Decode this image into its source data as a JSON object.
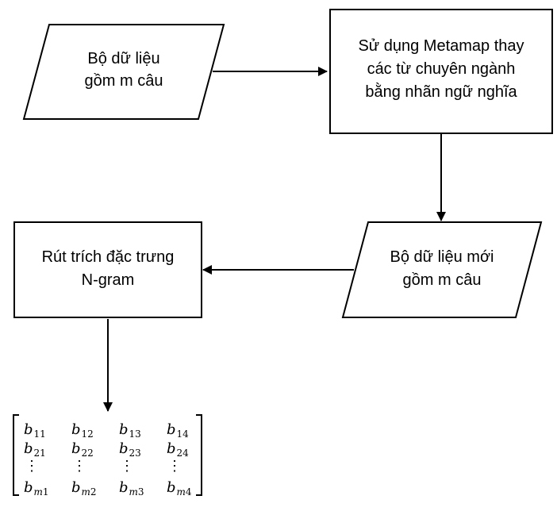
{
  "nodes": {
    "input_dataset": {
      "lines": [
        "Bộ dữ liệu",
        "gồm m câu"
      ]
    },
    "metamap_step": {
      "lines": [
        "Sử dụng Metamap thay",
        "các từ chuyên ngành",
        "bằng nhãn ngữ nghĩa"
      ]
    },
    "new_dataset": {
      "lines": [
        "Bộ dữ liệu mới",
        "gồm m câu"
      ]
    },
    "ngram_step": {
      "lines": [
        "Rút trích đặc trưng",
        "N-gram"
      ]
    }
  },
  "matrix": {
    "symbol": "b",
    "rows": [
      [
        "11",
        "12",
        "13",
        "14"
      ],
      [
        "21",
        "22",
        "23",
        "24"
      ],
      [
        "⋮",
        "⋮",
        "⋮",
        "⋮"
      ],
      [
        "m1",
        "m2",
        "m3",
        "m4"
      ]
    ]
  }
}
